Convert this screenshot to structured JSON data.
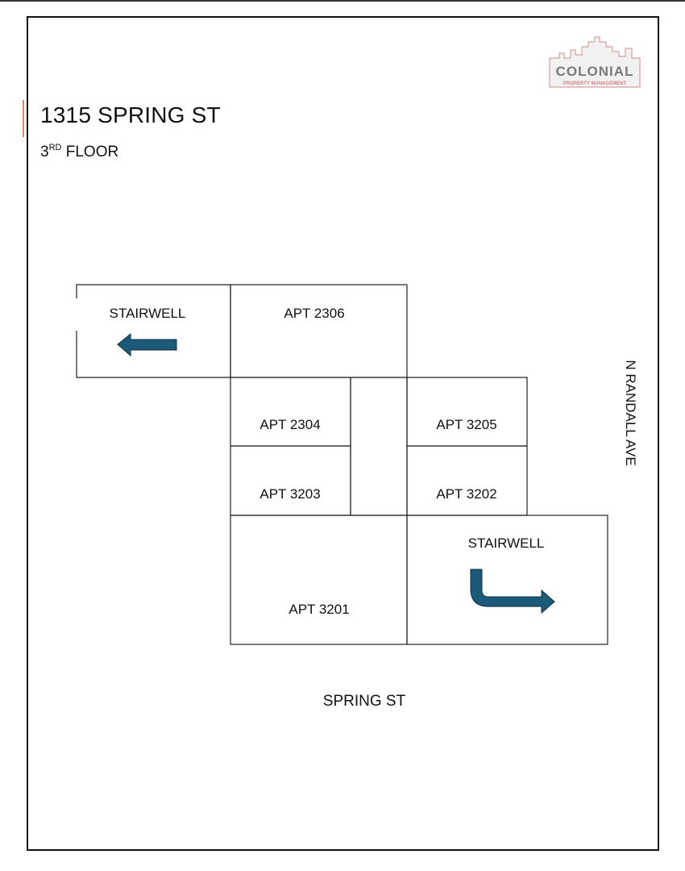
{
  "header": {
    "address": "1315 SPRING ST",
    "floor_number": "3",
    "floor_suffix": "RD",
    "floor_word": "FLOOR"
  },
  "logo": {
    "name": "COLONIAL",
    "tagline": "PROPERTY MANAGEMENT"
  },
  "rooms": {
    "stairwell_west": "STAIRWELL",
    "apt_2306": "APT 2306",
    "apt_2304": "APT 2304",
    "apt_3203": "APT 3203",
    "apt_3205": "APT 3205",
    "apt_3202": "APT 3202",
    "apt_3201": "APT 3201",
    "stairwell_east": "STAIRWELL"
  },
  "streets": {
    "south": "SPRING ST",
    "east": "N RANDALL AVE"
  },
  "colors": {
    "arrow": "#1b5a78",
    "accent": "#e8874f",
    "logo_red": "#d9a0a0",
    "logo_gray": "#7a7a7a"
  }
}
